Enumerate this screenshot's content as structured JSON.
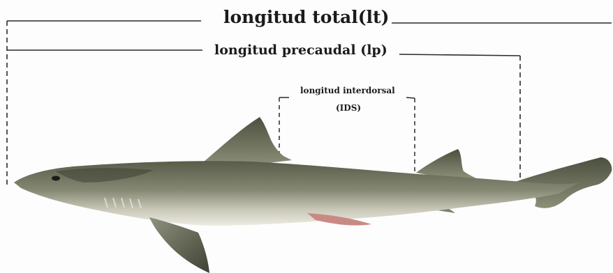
{
  "labels": {
    "total_length": "longitud total(lt)",
    "precaudal_length": "longitud precaudal (lp)",
    "interdorsal_length_line1": "longitud interdorsal",
    "interdorsal_length_line2": "(IDS)"
  },
  "colors": {
    "line": "#2a2a2a",
    "shark_back": "#6f7460",
    "shark_belly": "#d9d8cc",
    "shark_dark": "#4a4d3f",
    "fin_pink": "#c98a86"
  }
}
